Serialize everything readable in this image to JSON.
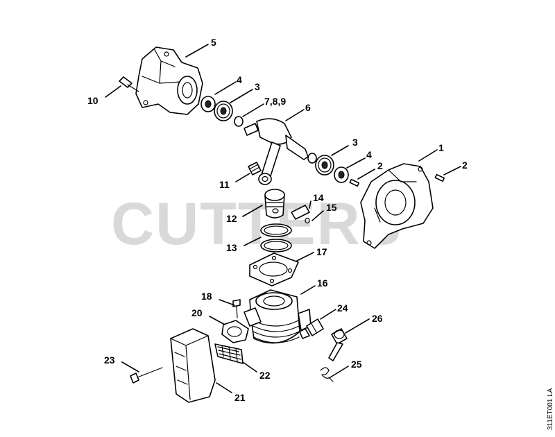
{
  "watermark": "CUTTERS",
  "figure_ref": "311ET001 LA",
  "callouts": {
    "c1": "1",
    "c2a": "2",
    "c2b": "2",
    "c3a": "3",
    "c3b": "3",
    "c4a": "4",
    "c4b": "4",
    "c5": "5",
    "c6": "6",
    "c789": "7,8,9",
    "c10": "10",
    "c11": "11",
    "c12": "12",
    "c13": "13",
    "c14": "14",
    "c15": "15",
    "c16": "16",
    "c17": "17",
    "c18": "18",
    "c20": "20",
    "c21": "21",
    "c22": "22",
    "c23": "23",
    "c24": "24",
    "c25": "25",
    "c26": "26"
  }
}
